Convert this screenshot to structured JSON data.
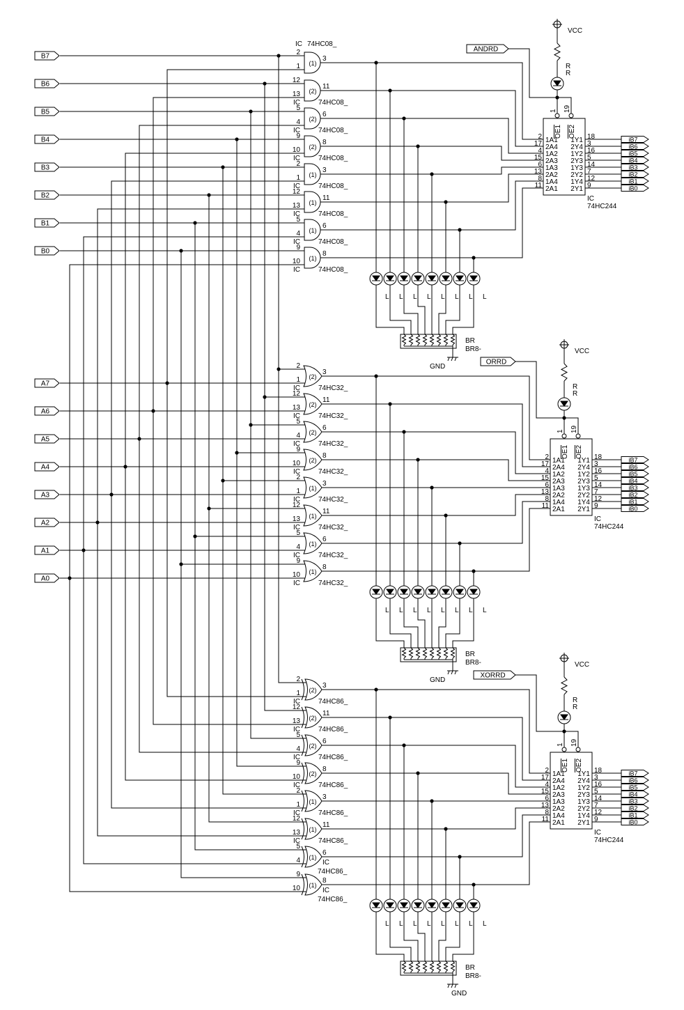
{
  "inputs": {
    "b_bus": [
      "B7",
      "B6",
      "B5",
      "B4",
      "B3",
      "B2",
      "B1",
      "B0"
    ],
    "a_bus": [
      "A7",
      "A6",
      "A5",
      "A4",
      "A3",
      "A2",
      "A1",
      "A0"
    ]
  },
  "buffer_pins": {
    "oe1": "OE1",
    "oe2": "OE2",
    "oe1_pin": "1",
    "oe2_pin": "19",
    "left": [
      {
        "pin": "2",
        "name": "1A1"
      },
      {
        "pin": "17",
        "name": "2A4"
      },
      {
        "pin": "4",
        "name": "1A2"
      },
      {
        "pin": "15",
        "name": "2A3"
      },
      {
        "pin": "6",
        "name": "1A3"
      },
      {
        "pin": "13",
        "name": "2A2"
      },
      {
        "pin": "8",
        "name": "1A4"
      },
      {
        "pin": "11",
        "name": "2A1"
      }
    ],
    "right": [
      {
        "pin": "18",
        "name": "1Y1"
      },
      {
        "pin": "3",
        "name": "2Y4"
      },
      {
        "pin": "16",
        "name": "1Y2"
      },
      {
        "pin": "5",
        "name": "2Y3"
      },
      {
        "pin": "14",
        "name": "1Y3"
      },
      {
        "pin": "7",
        "name": "2Y2"
      },
      {
        "pin": "12",
        "name": "1Y4"
      },
      {
        "pin": "9",
        "name": "2Y1"
      }
    ]
  },
  "sections": [
    {
      "id": "and",
      "gate_type": "AND",
      "gates": [
        {
          "pin_a": "2",
          "pin_b": "1",
          "pin_out": "3",
          "unit": "(1)",
          "ref": "IC",
          "part": "74HC08_"
        },
        {
          "pin_a": "12",
          "pin_b": "13",
          "pin_out": "11",
          "unit": "(2)",
          "ref": "IC",
          "part": "74HC08_"
        },
        {
          "pin_a": "5",
          "pin_b": "4",
          "pin_out": "6",
          "unit": "(2)",
          "ref": "IC",
          "part": "74HC08_"
        },
        {
          "pin_a": "9",
          "pin_b": "10",
          "pin_out": "8",
          "unit": "(2)",
          "ref": "IC",
          "part": "74HC08_"
        },
        {
          "pin_a": "2",
          "pin_b": "1",
          "pin_out": "3",
          "unit": "(1)",
          "ref": "IC",
          "part": "74HC08_"
        },
        {
          "pin_a": "12",
          "pin_b": "13",
          "pin_out": "11",
          "unit": "(1)",
          "ref": "IC",
          "part": "74HC08_"
        },
        {
          "pin_a": "5",
          "pin_b": "4",
          "pin_out": "6",
          "unit": "(1)",
          "ref": "IC",
          "part": "74HC08_"
        },
        {
          "pin_a": "9",
          "pin_b": "10",
          "pin_out": "8",
          "unit": "(1)",
          "ref": "IC",
          "part": "74HC08_"
        }
      ],
      "read_signal": "ANDRD",
      "indicator": {
        "supply": "VCC",
        "resistor_ref": "R",
        "resistor_value": "R"
      },
      "led_labels": [
        "L",
        "L",
        "L",
        "L",
        "L",
        "L",
        "L",
        "L"
      ],
      "resnet": {
        "ref": "BR",
        "part": "BR8-"
      },
      "ground": "GND",
      "buffer": {
        "ref": "IC",
        "part": "74HC244"
      },
      "outputs": [
        "iB7",
        "iB6",
        "iB5",
        "iB4",
        "iB3",
        "iB2",
        "iB1",
        "iB0"
      ]
    },
    {
      "id": "or",
      "gate_type": "OR",
      "gates": [
        {
          "pin_a": "2",
          "pin_b": "1",
          "pin_out": "3",
          "unit": "(2)",
          "ref": "IC",
          "part": "74HC32_"
        },
        {
          "pin_a": "12",
          "pin_b": "13",
          "pin_out": "11",
          "unit": "(2)",
          "ref": "IC",
          "part": "74HC32_"
        },
        {
          "pin_a": "5",
          "pin_b": "4",
          "pin_out": "6",
          "unit": "(2)",
          "ref": "IC",
          "part": "74HC32_"
        },
        {
          "pin_a": "9",
          "pin_b": "10",
          "pin_out": "8",
          "unit": "(2)",
          "ref": "IC",
          "part": "74HC32_"
        },
        {
          "pin_a": "2",
          "pin_b": "1",
          "pin_out": "3",
          "unit": "(1)",
          "ref": "IC",
          "part": "74HC32_"
        },
        {
          "pin_a": "12",
          "pin_b": "13",
          "pin_out": "11",
          "unit": "(1)",
          "ref": "IC",
          "part": "74HC32_"
        },
        {
          "pin_a": "5",
          "pin_b": "4",
          "pin_out": "6",
          "unit": "(1)",
          "ref": "IC",
          "part": "74HC32_"
        },
        {
          "pin_a": "9",
          "pin_b": "10",
          "pin_out": "8",
          "unit": "(1)",
          "ref": "IC",
          "part": "74HC32_"
        }
      ],
      "read_signal": "ORRD",
      "indicator": {
        "supply": "VCC",
        "resistor_ref": "R",
        "resistor_value": "R"
      },
      "led_labels": [
        "L",
        "L",
        "L",
        "L",
        "L",
        "L",
        "L",
        "L"
      ],
      "resnet": {
        "ref": "BR",
        "part": "BR8-"
      },
      "ground": "GND",
      "buffer": {
        "ref": "IC",
        "part": "74HC244"
      },
      "outputs": [
        "iB7",
        "iB6",
        "iB5",
        "iB4",
        "iB3",
        "iB2",
        "iB1",
        "iB0"
      ]
    },
    {
      "id": "xor",
      "gate_type": "XOR",
      "gates": [
        {
          "pin_a": "2",
          "pin_b": "1",
          "pin_out": "3",
          "unit": "(2)",
          "ref": "IC",
          "part": "74HC86_"
        },
        {
          "pin_a": "12",
          "pin_b": "13",
          "pin_out": "11",
          "unit": "(2)",
          "ref": "IC",
          "part": "74HC86_"
        },
        {
          "pin_a": "5",
          "pin_b": "4",
          "pin_out": "6",
          "unit": "(2)",
          "ref": "IC",
          "part": "74HC86_"
        },
        {
          "pin_a": "9",
          "pin_b": "10",
          "pin_out": "8",
          "unit": "(2)",
          "ref": "IC",
          "part": "74HC86_"
        },
        {
          "pin_a": "2",
          "pin_b": "1",
          "pin_out": "3",
          "unit": "(1)",
          "ref": "IC",
          "part": "74HC86_"
        },
        {
          "pin_a": "12",
          "pin_b": "13",
          "pin_out": "11",
          "unit": "(1)",
          "ref": "IC",
          "part": "74HC86_"
        },
        {
          "pin_a": "5",
          "pin_b": "4",
          "pin_out": "6",
          "unit": "(1)",
          "ref": "IC",
          "part": "74HC86_"
        },
        {
          "pin_a": "9",
          "pin_b": "10",
          "pin_out": "8",
          "unit": "(1)",
          "ref": "IC",
          "part": "74HC86_"
        }
      ],
      "read_signal": "XORRD",
      "indicator": {
        "supply": "VCC",
        "resistor_ref": "R",
        "resistor_value": "R"
      },
      "led_labels": [
        "L",
        "L",
        "L",
        "L",
        "L",
        "L",
        "L",
        "L"
      ],
      "resnet": {
        "ref": "BR",
        "part": "BR8-"
      },
      "ground": "GND",
      "buffer": {
        "ref": "IC",
        "part": "74HC244"
      },
      "outputs": [
        "iB7",
        "iB6",
        "iB5",
        "iB4",
        "iB3",
        "iB2",
        "iB1",
        "iB0"
      ]
    }
  ]
}
